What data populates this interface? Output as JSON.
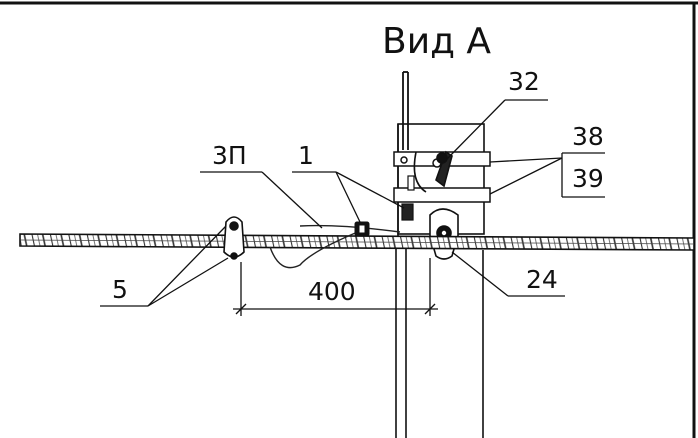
{
  "view_title": "Вид А",
  "labels": {
    "part_32": "32",
    "part_38": "38",
    "part_39": "39",
    "part_3p": "3П",
    "part_1": "1",
    "part_5": "5",
    "part_24": "24",
    "dimension_400": "400"
  },
  "colors": {
    "line": "#111111",
    "cable": "#222222",
    "background": "#ffffff"
  }
}
